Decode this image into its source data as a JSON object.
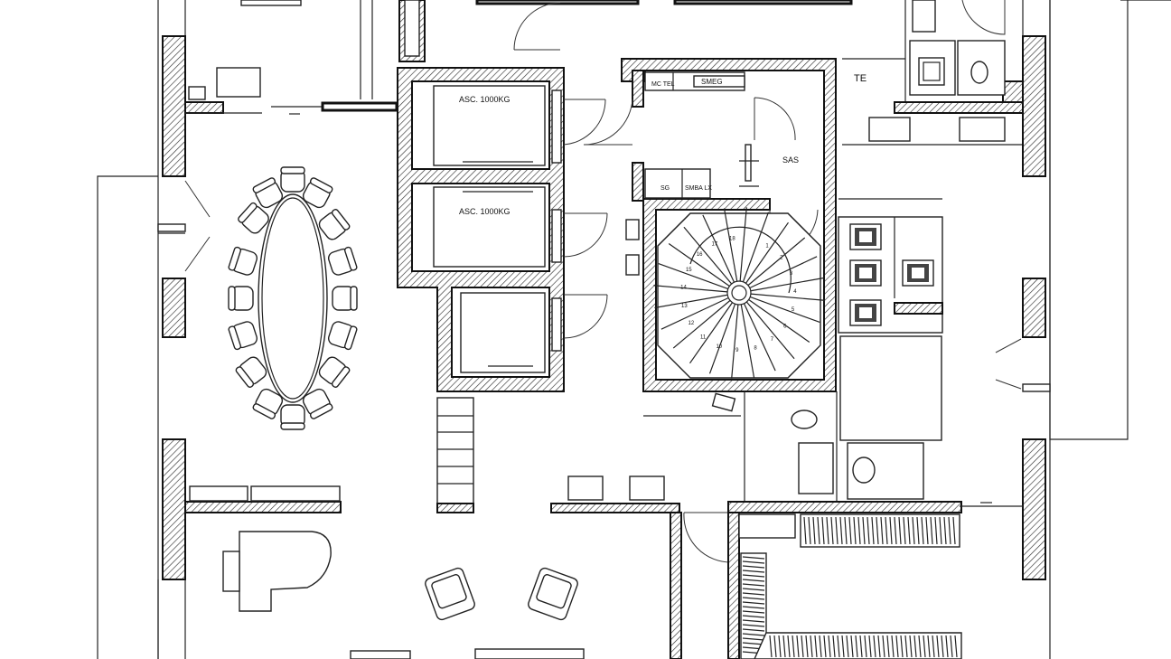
{
  "labels": {
    "elevator_1": "ASC. 1000KG",
    "elevator_2": "ASC. 1000KG",
    "mc_tel": "MC TEL",
    "smeg": "SMEG",
    "sas": "SAS",
    "sg": "SG",
    "smba_lx": "SMBA LX",
    "te": "TE"
  },
  "stair_numbers": [
    "1",
    "2",
    "3",
    "4",
    "5",
    "6",
    "7",
    "8",
    "9",
    "10",
    "11",
    "12",
    "13",
    "14",
    "15",
    "16",
    "17",
    "18"
  ]
}
